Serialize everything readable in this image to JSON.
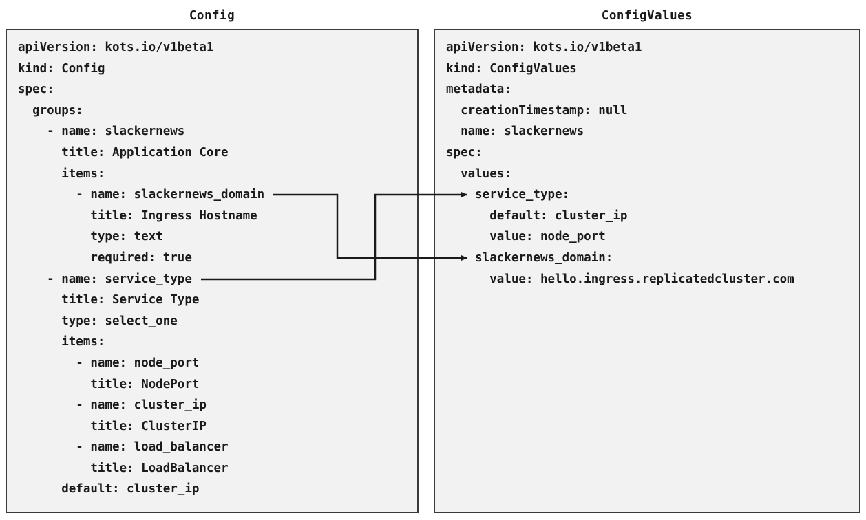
{
  "colors": {
    "page-bg": "#ffffff",
    "box-bg": "#f2f2f2",
    "box-border": "#3a3a3a",
    "text-color": "#1a1a1a",
    "connector-color": "#1a1a1a"
  },
  "left_panel": {
    "title": "Config",
    "lines": [
      "apiVersion: kots.io/v1beta1",
      "kind: Config",
      "spec:",
      "  groups:",
      "    - name: slackernews",
      "      title: Application Core",
      "      items:",
      "        - name: slackernews_domain",
      "          title: Ingress Hostname",
      "          type: text",
      "          required: true",
      "    - name: service_type",
      "      title: Service Type",
      "      type: select_one",
      "      items:",
      "        - name: node_port",
      "          title: NodePort",
      "        - name: cluster_ip",
      "          title: ClusterIP",
      "        - name: load_balancer",
      "          title: LoadBalancer",
      "      default: cluster_ip"
    ]
  },
  "right_panel": {
    "title": "ConfigValues",
    "lines": [
      "apiVersion: kots.io/v1beta1",
      "kind: ConfigValues",
      "metadata:",
      "  creationTimestamp: null",
      "  name: slackernews",
      "spec:",
      "  values:",
      "    service_type:",
      "      default: cluster_ip",
      "      value: node_port",
      "    slackernews_domain:",
      "      value: hello.ingress.replicatedcluster.com"
    ]
  },
  "connectors": [
    {
      "from": "Config item: slackernews_domain",
      "to": "ConfigValues value: slackernews_domain",
      "style": "elbow-arrow-right"
    },
    {
      "from": "Config item: service_type",
      "to": "ConfigValues value: service_type",
      "style": "elbow-arrow-right"
    }
  ]
}
